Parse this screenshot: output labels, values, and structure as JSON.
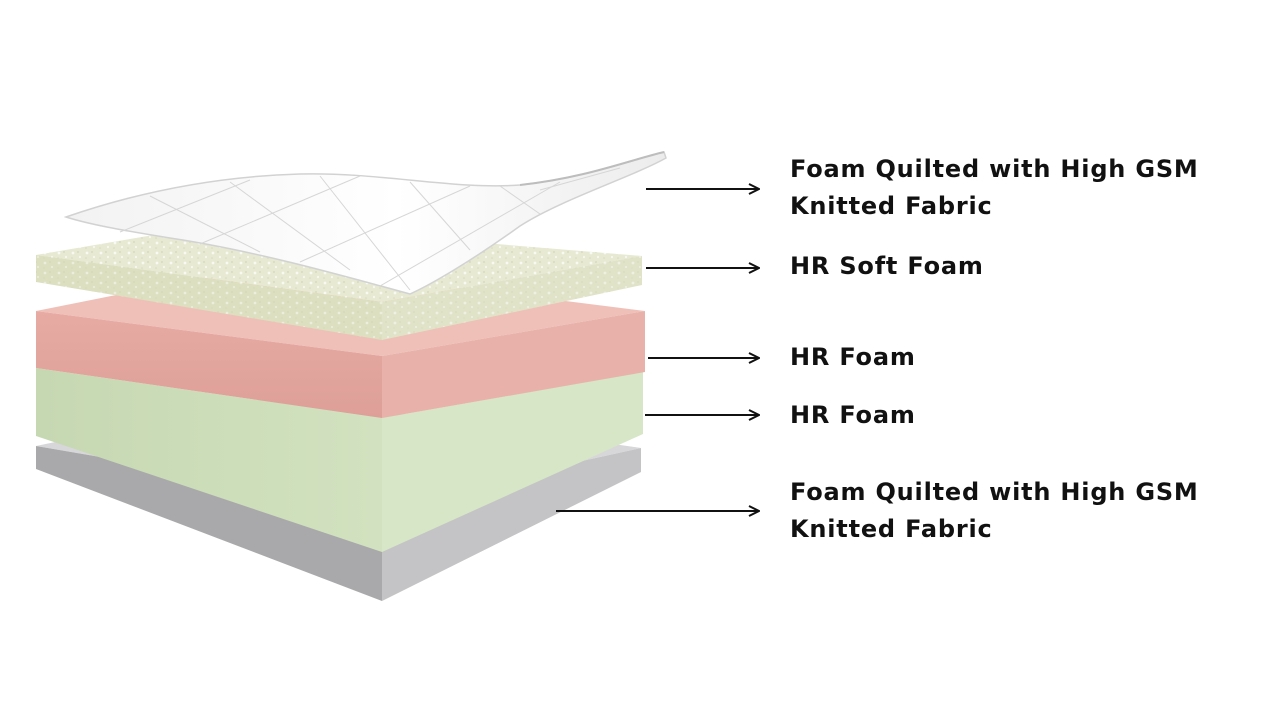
{
  "diagram": {
    "layers": [
      {
        "id": "top-cover",
        "label": "Foam Quilted with High GSM\nKnitted Fabric"
      },
      {
        "id": "hr-soft-foam",
        "label": "HR Soft Foam"
      },
      {
        "id": "hr-foam-upper",
        "label": "HR Foam"
      },
      {
        "id": "hr-foam-lower",
        "label": "HR Foam"
      },
      {
        "id": "bottom-cover",
        "label": "Foam Quilted with High GSM\nKnitted Fabric"
      }
    ],
    "colors": {
      "quilt": "#fbfbfb",
      "soft_foam": "#e4e6cf",
      "hr_foam_pink": "#e6aaa2",
      "hr_foam_green": "#d4e3c3",
      "base": "#b0b0b2",
      "arrow": "#111111",
      "text": "#111111"
    }
  }
}
